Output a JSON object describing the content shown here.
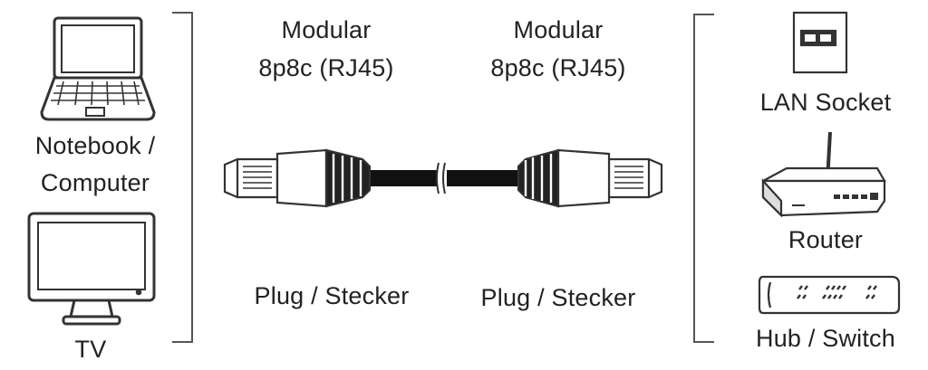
{
  "left_devices": {
    "notebook_label_line1": "Notebook /",
    "notebook_label_line2": "Computer",
    "tv_label": "TV"
  },
  "connectors": {
    "left_type_line1": "Modular",
    "left_type_line2": "8p8c (RJ45)",
    "right_type_line1": "Modular",
    "right_type_line2": "8p8c (RJ45)",
    "left_plug_label": "Plug / Stecker",
    "right_plug_label": "Plug / Stecker"
  },
  "right_devices": {
    "lan_socket_label": "LAN Socket",
    "router_label": "Router",
    "hub_switch_label": "Hub / Switch"
  }
}
